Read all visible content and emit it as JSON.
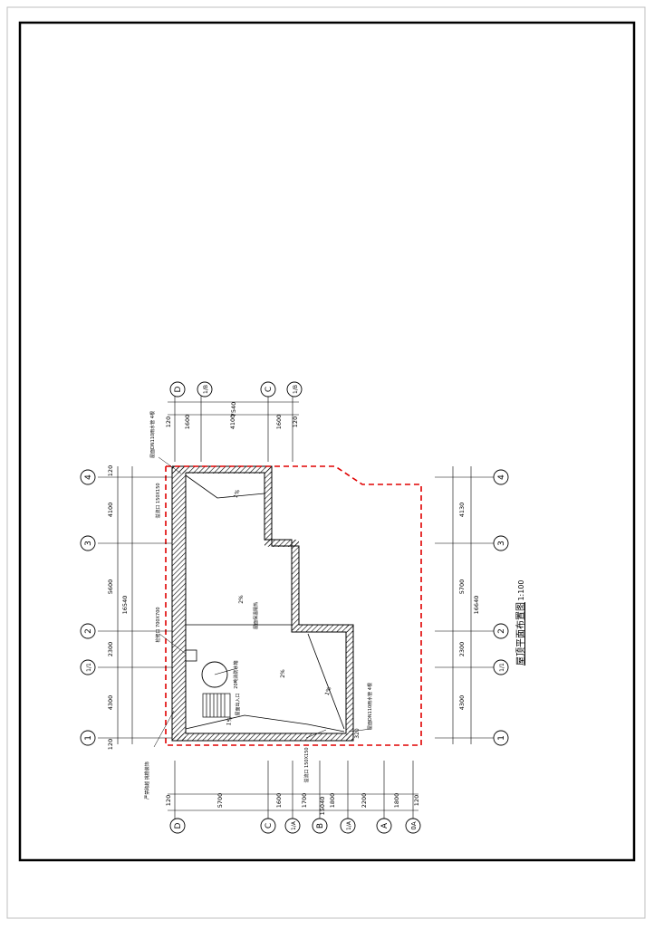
{
  "drawing": {
    "title": "屋顶平面布置图",
    "scale": "1:100"
  },
  "top_axes": [
    {
      "label": "1"
    },
    {
      "label": "1/1"
    },
    {
      "label": "2"
    },
    {
      "label": "3"
    },
    {
      "label": "4"
    }
  ],
  "top_dims": {
    "total": "16540",
    "segments": [
      "120",
      "4300",
      "2300",
      "5600",
      "4100",
      "120"
    ]
  },
  "bottom_axes": [
    {
      "label": "1"
    },
    {
      "label": "1/1"
    },
    {
      "label": "2"
    },
    {
      "label": "3"
    },
    {
      "label": "4"
    }
  ],
  "bottom_dims": {
    "total": "16640",
    "segments": [
      "4300",
      "2300",
      "5700",
      "4130"
    ]
  },
  "left_axes": [
    {
      "label": "D"
    },
    {
      "label": "C"
    },
    {
      "label": "1/A"
    },
    {
      "label": "B"
    },
    {
      "label": "1/A"
    },
    {
      "label": "A"
    },
    {
      "label": "0A"
    }
  ],
  "left_dims": {
    "total": "15040",
    "segments": [
      "120",
      "5700",
      "1600",
      "1700",
      "1800",
      "2200",
      "1800",
      "120"
    ]
  },
  "right_axes": [
    {
      "label": "D"
    },
    {
      "label": "1/B"
    },
    {
      "label": "C"
    },
    {
      "label": "1/B"
    }
  ],
  "right_dims": {
    "total": "7540",
    "segments": [
      "120",
      "1600",
      "4100",
      "1600",
      "120"
    ]
  },
  "annotations": {
    "slope_main": "2%",
    "slope_lower": "2%",
    "slope_gutter_1": "1%",
    "slope_gutter_2": "1%",
    "slope_gutter_3": "1%",
    "dim_320": "320",
    "roof_label": "屋面保温隔热",
    "tank_label": "20吨消防水箱",
    "stair_label": "屋面出入口",
    "note_top_right": "屋面DN110雨水管 4根",
    "note_bottom_right": "屋面DN110雨水管 4根",
    "note_overflow_top": "溢流口 150X150",
    "note_overflow_bottom": "溢流口 150X150",
    "note_hatch": "检修口 700X700",
    "note_skylight": "严禁跨越 挑檐装饰"
  },
  "colors": {
    "line": "#000000",
    "boundary": "#e00000"
  }
}
